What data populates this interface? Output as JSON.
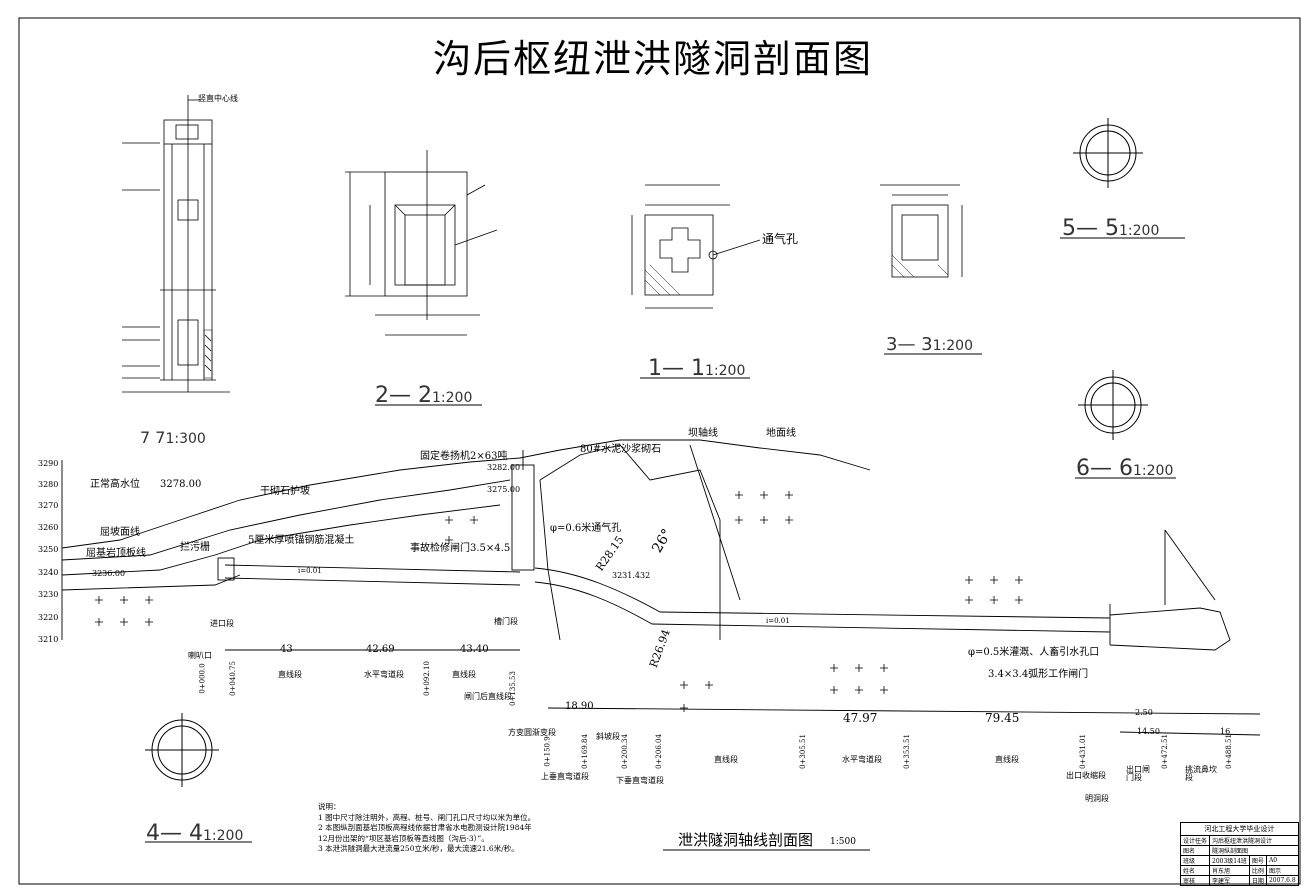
{
  "title": "沟后枢纽泄洪隧洞剖面图",
  "sections": {
    "s22": {
      "name": "2— 2",
      "scale": "1:200"
    },
    "s11": {
      "name": "1— 1",
      "scale": "1:200"
    },
    "s33": {
      "name": "3— 3",
      "scale": "1:200"
    },
    "s55": {
      "name": "5— 5",
      "scale": "1:200"
    },
    "s66": {
      "name": "6— 6",
      "scale": "1:200"
    },
    "s44": {
      "name": "4— 4",
      "scale": "1:200"
    },
    "s77": {
      "name": "7    7",
      "scale": "1:300"
    }
  },
  "labels": {
    "vertical_centerline": "竖直中心线",
    "vent_hole": "通气孔",
    "dam_axis": "坝轴线",
    "ground_line": "地面线",
    "mortar_masonry": "80#水泥沙浆砌石",
    "fixed_hoist": "固定卷扬机2×63吨",
    "normal_water": "正常高水位",
    "normal_water_level": "3278.00",
    "dry_masonry": "干砌石护坡",
    "silt_line": "屈坡面线",
    "bedrock_line": "屈基岩顶板线",
    "trash_rack": "拦污栅",
    "shotcrete": "5厘米厚喷锚钢筋混凝土",
    "maintenance_gate": "事故检修闸门3.5×4.5",
    "vent_06": "φ=0.6米通气孔",
    "irrigation_hole": "φ=0.5米灌溉、人畜引水孔口",
    "arc_gate": "3.4×3.4弧形工作闸门",
    "inlet_section": "进口段",
    "bellmouth": "喇叭口",
    "straight": "直线段",
    "horizontal_curve": "水平弯道段",
    "gate_slot": "槽门段",
    "after_gate": "闸门后直线段",
    "transition": "方变圆渐变段",
    "slope_section": "斜坡段",
    "upper_curve": "上垂直弯道段",
    "lower_curve": "下垂直弯道段",
    "outlet_contraction": "出口收缩段",
    "outlet_gate": "出口闸门段",
    "flip_bucket": "挑流鼻坎段",
    "open_channel": "明洞段",
    "main_title": "泄洪隧洞轴线剖面图",
    "main_scale": "1:500",
    "el_3282": "3282.00",
    "el_3275": "3275.00",
    "el_3236": "3236.00",
    "el_3231": "3231.432",
    "slope_text": "i=0.01",
    "angle": "26°",
    "radius1": "R28.15",
    "radius2": "R26.94"
  },
  "y_axis": [
    "3290",
    "3280",
    "3270",
    "3260",
    "3250",
    "3240",
    "3230",
    "3220",
    "3210"
  ],
  "dims": {
    "d1": "43",
    "d2": "42.69",
    "d3": "43.40",
    "d4": "18.90",
    "d5": "47.97",
    "d6": "79.45",
    "d7": "14.50",
    "d8": "16",
    "d9": "2.50"
  },
  "stations": [
    "0+000.0",
    "0+040.75",
    "0+092.10",
    "0+135.53",
    "0+150.9",
    "0+169.84",
    "0+200.34",
    "0+206.04",
    "0+305.51",
    "0+353.51",
    "0+431.01",
    "0+472.51",
    "0+488.51"
  ],
  "notes": [
    "说明：",
    "1  图中尺寸除注明外，高程、桩号、闸门孔口尺寸均以米为单位。",
    "2  本图纵剖面基岩顶板高程线依据甘肃省水电勘测设计院1984年",
    "   12月份出架的“坝区基岩顶板等直线图（沟后-3）”。",
    "3  本泄洪隧洞最大泄流量250立米/秒，最大流速21.6米/秒。"
  ],
  "title_block": {
    "school": "河北工程大学毕业设计",
    "row1": [
      "设计任务",
      "沟后枢纽泄洪隧洞设计"
    ],
    "row2": [
      "图名",
      "隧洞纵剖面图"
    ],
    "row3": [
      "班级",
      "2003级14班",
      "图号",
      "A0"
    ],
    "row4": [
      "姓名",
      "肖东旭",
      "比例",
      "图示"
    ],
    "row5": [
      "审核",
      "李建军",
      "日期",
      "2007.6.8"
    ]
  }
}
